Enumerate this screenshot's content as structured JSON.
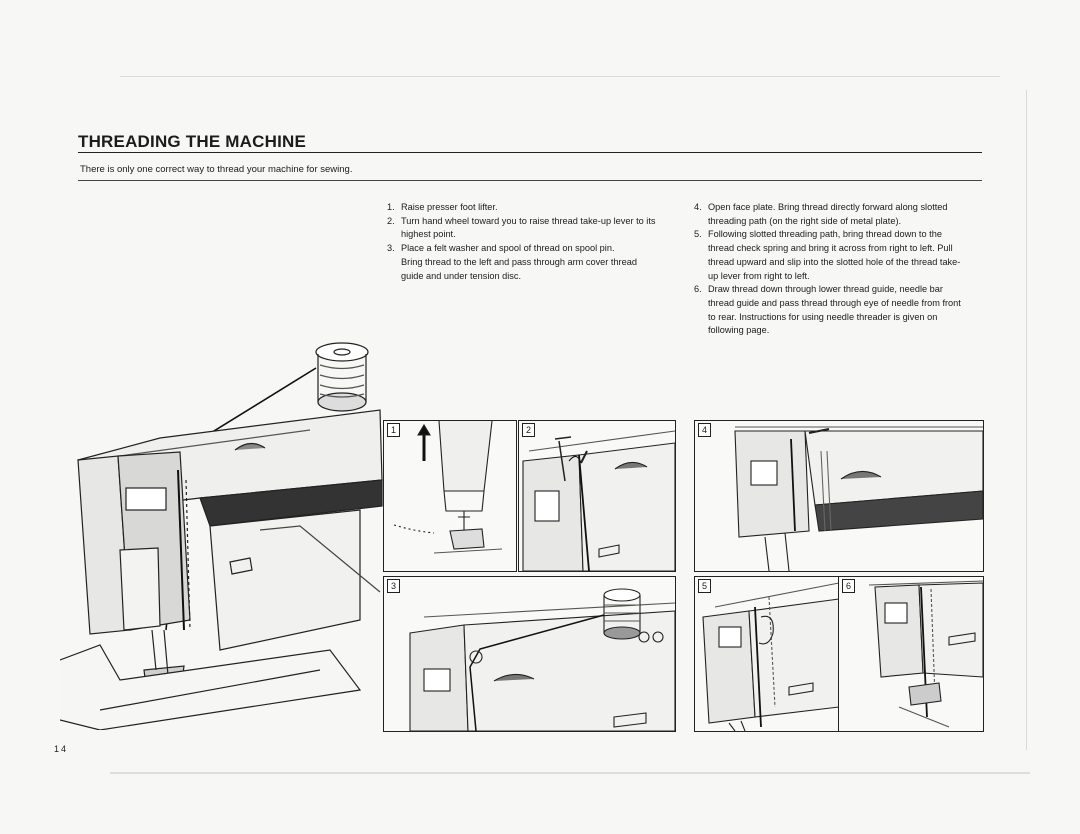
{
  "header": {
    "title": "THREADING THE MACHINE",
    "subtitle": "There is only one correct way to thread your machine for sewing."
  },
  "steps_left": [
    {
      "num": "1.",
      "text": "Raise presser foot lifter."
    },
    {
      "num": "2.",
      "text": "Turn hand wheel toward you to raise thread take-up lever to its highest point."
    },
    {
      "num": "3.",
      "text": "Place a felt washer and spool of thread on spool pin."
    },
    {
      "num": "",
      "text": "Bring thread to the left and pass through arm cover thread guide and under tension disc."
    }
  ],
  "steps_right": [
    {
      "num": "4.",
      "text": "Open face plate. Bring thread directly forward along slotted threading path (on the right side of metal plate)."
    },
    {
      "num": "5.",
      "text": "Following slotted threading path, bring thread down to the thread check spring and bring it across from right to left. Pull thread upward and slip into the slotted hole of the thread take-up lever from right to left."
    },
    {
      "num": "6.",
      "text": "Draw thread down through lower thread guide, needle bar thread guide and pass thread through eye of needle from front to rear. Instructions for using needle threader is given on following page."
    }
  ],
  "panels": [
    {
      "label": "1"
    },
    {
      "label": "2"
    },
    {
      "label": "3"
    },
    {
      "label": "4"
    },
    {
      "label": "5"
    },
    {
      "label": "6"
    }
  ],
  "footer": {
    "page_number": "14"
  }
}
